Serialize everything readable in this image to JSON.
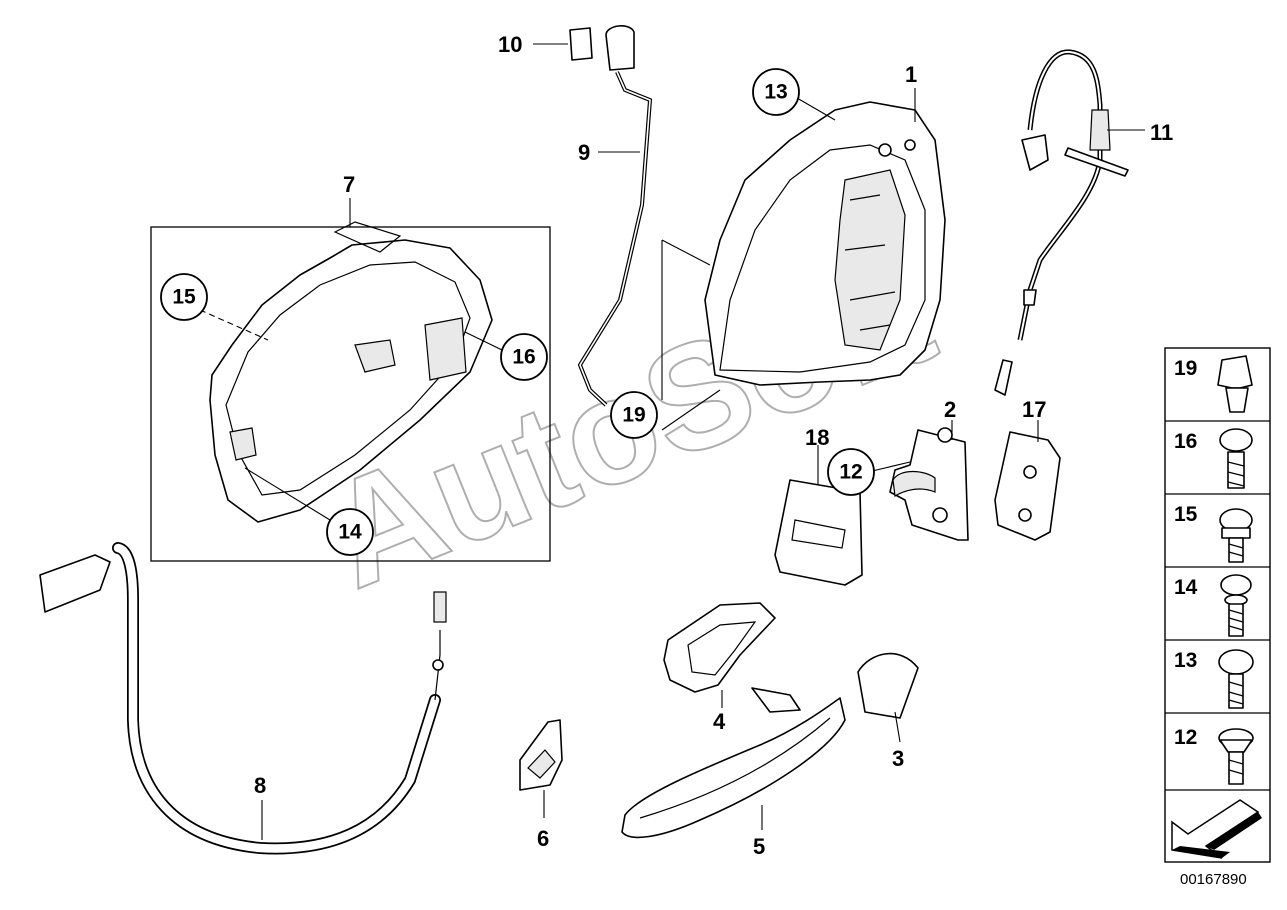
{
  "watermark": "AutoSoft",
  "document_id": "00167890",
  "part_labels": {
    "p1": "1",
    "p2": "2",
    "p3": "3",
    "p4": "4",
    "p5": "5",
    "p6": "6",
    "p7": "7",
    "p8": "8",
    "p9": "9",
    "p10": "10",
    "p11": "11",
    "p17": "17",
    "p18": "18"
  },
  "callouts": {
    "c13": "13",
    "c15": "15",
    "c16": "16",
    "c14": "14",
    "c19": "19",
    "c12": "12"
  },
  "legend": {
    "items": [
      "19",
      "16",
      "15",
      "14",
      "13",
      "12"
    ]
  }
}
